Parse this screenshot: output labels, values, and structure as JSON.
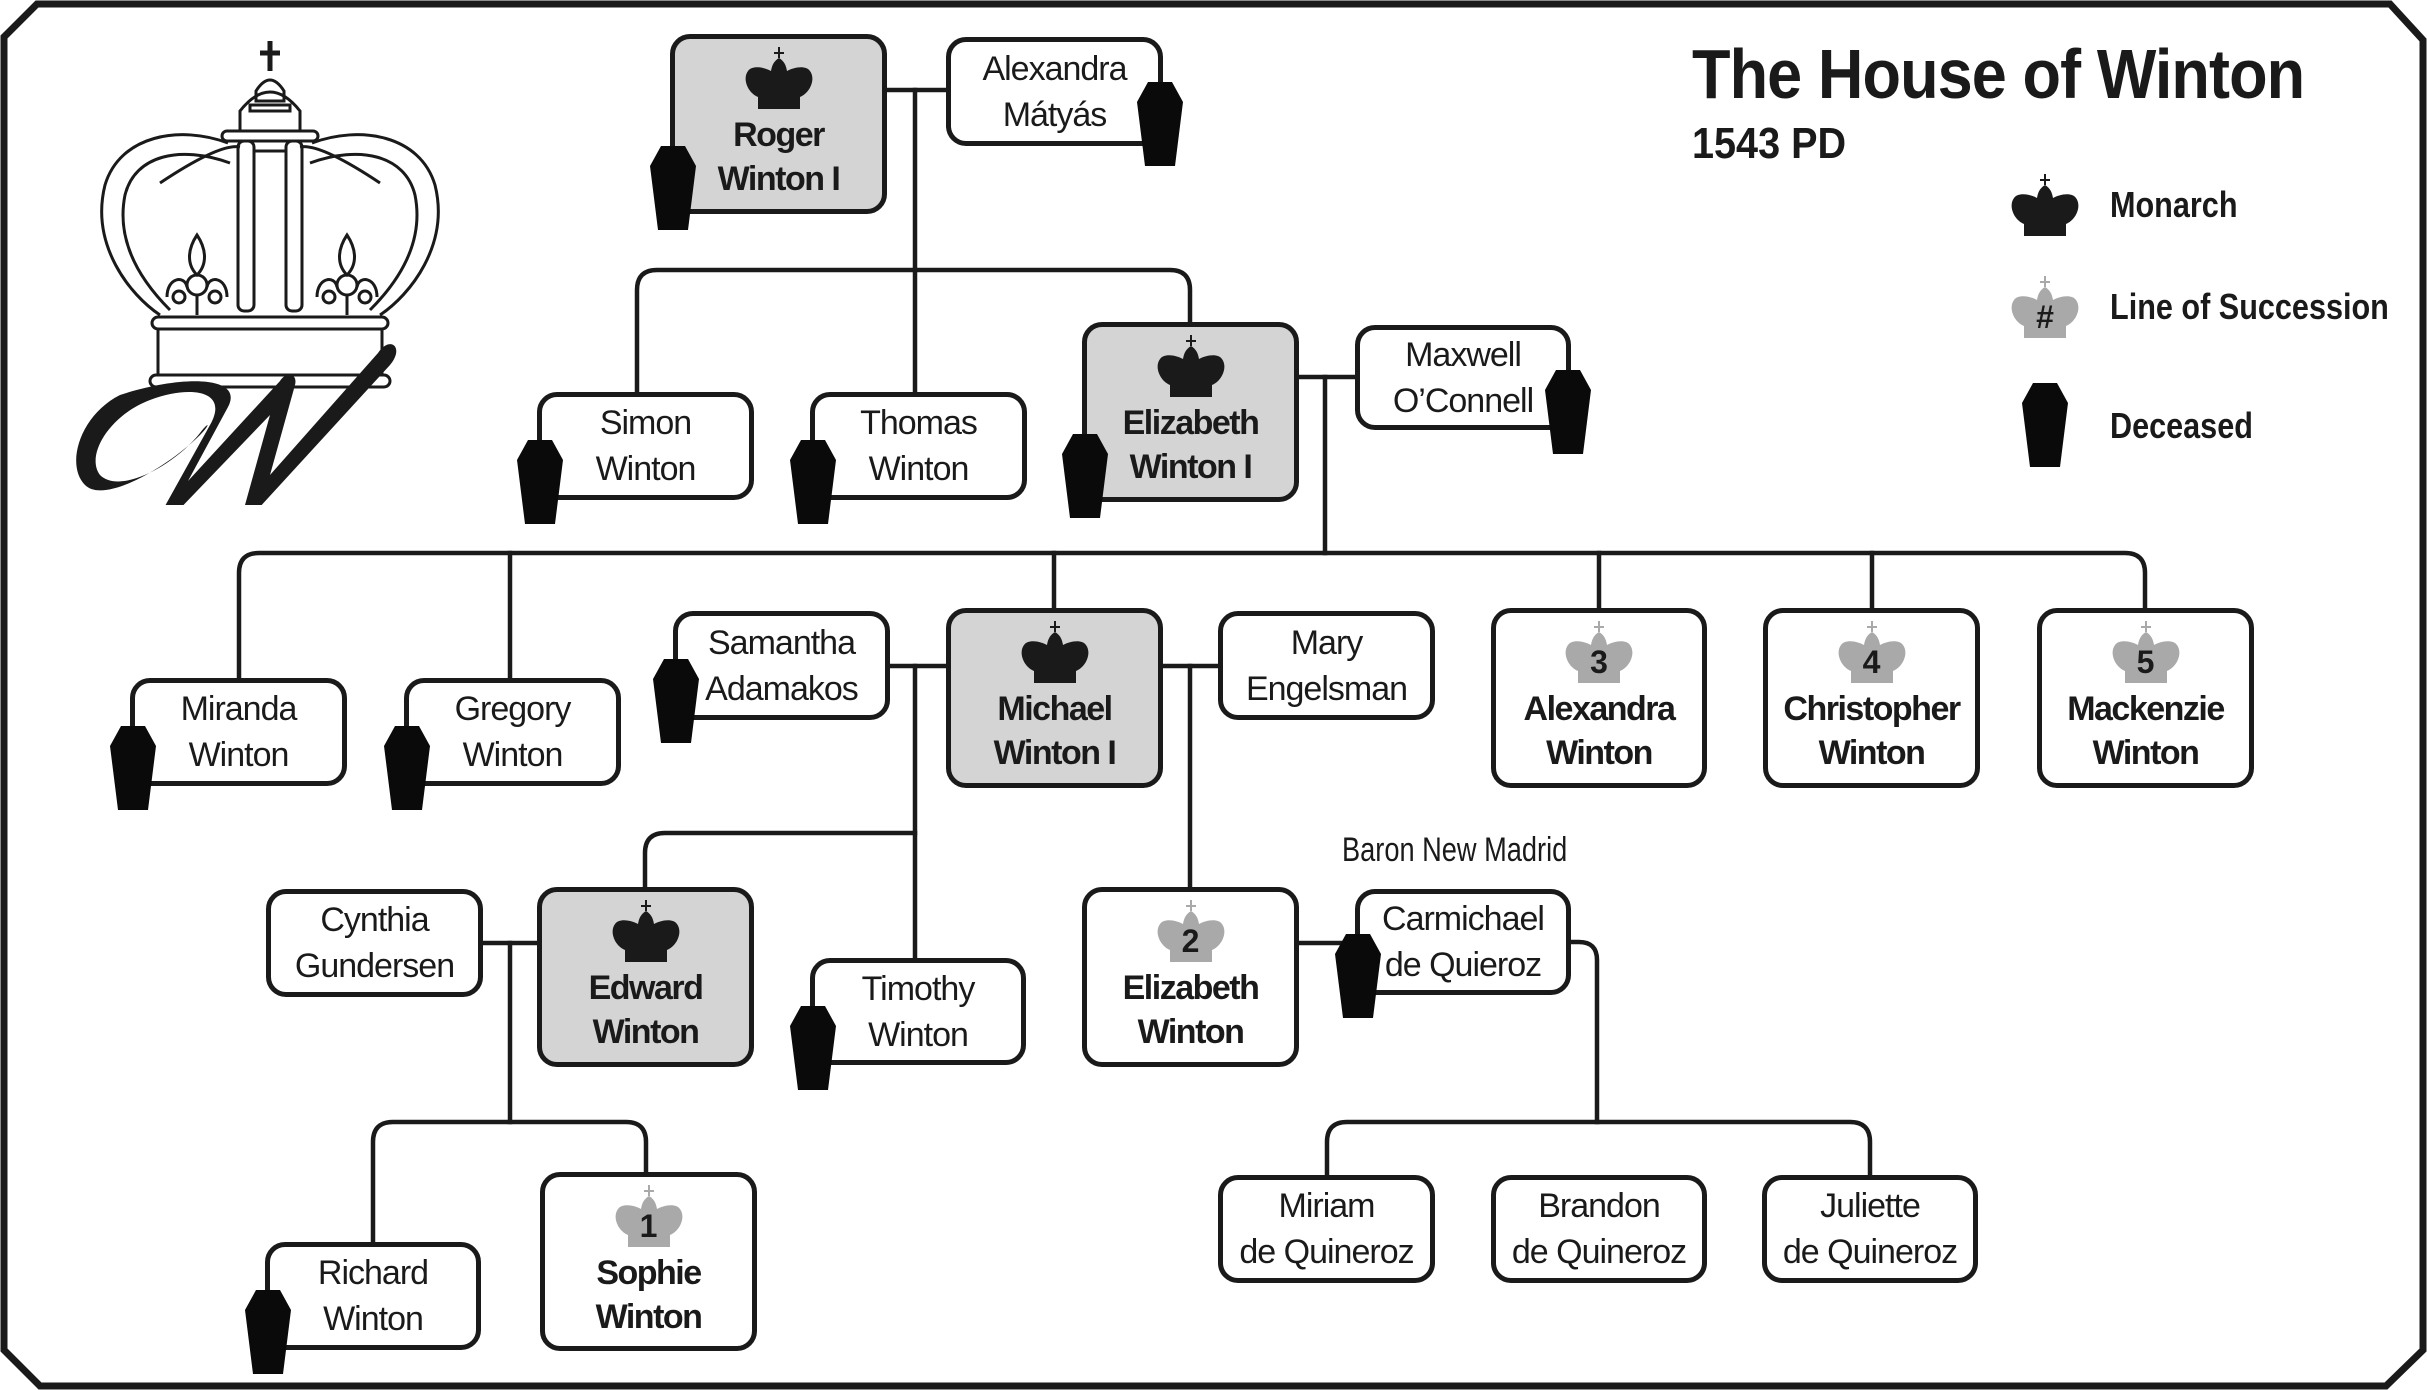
{
  "title": "The House of Winton",
  "subtitle": "1543 PD",
  "legend": {
    "monarch": {
      "label": "Monarch",
      "icon": "crown-icon"
    },
    "succession": {
      "label": "Line of Succession",
      "icon": "gray-crown-icon",
      "symbol": "#"
    },
    "deceased": {
      "label": "Deceased",
      "icon": "coffin-icon"
    }
  },
  "logo": {
    "letter": "W",
    "icon": "crown-monogram-logo"
  },
  "colors": {
    "ink": "#1a1a1a",
    "monarch_fill": "#d4d4d4",
    "succession_crown": "#a9a9a9",
    "background": "#ffffff"
  },
  "people": {
    "roger": {
      "first": "Roger",
      "last": "Winton I",
      "monarch": true,
      "deceased": true
    },
    "alexandra_matyas": {
      "first": "Alexandra",
      "last": "Mátyás",
      "deceased": true
    },
    "simon": {
      "first": "Simon",
      "last": "Winton",
      "deceased": true
    },
    "thomas": {
      "first": "Thomas",
      "last": "Winton",
      "deceased": true
    },
    "elizabeth_i": {
      "first": "Elizabeth",
      "last": "Winton I",
      "monarch": true,
      "deceased": true
    },
    "maxwell": {
      "first": "Maxwell",
      "last": "O’Connell",
      "deceased": true
    },
    "miranda": {
      "first": "Miranda",
      "last": "Winton",
      "deceased": true
    },
    "gregory": {
      "first": "Gregory",
      "last": "Winton",
      "deceased": true
    },
    "samantha": {
      "first": "Samantha",
      "last": "Adamakos",
      "deceased": true
    },
    "michael_i": {
      "first": "Michael",
      "last": "Winton I",
      "monarch": true
    },
    "mary": {
      "first": "Mary",
      "last": "Engelsman"
    },
    "alexandra_w": {
      "first": "Alexandra",
      "last": "Winton",
      "succession": "3"
    },
    "christopher": {
      "first": "Christopher",
      "last": "Winton",
      "succession": "4"
    },
    "mackenzie": {
      "first": "Mackenzie",
      "last": "Winton",
      "succession": "5"
    },
    "cynthia": {
      "first": "Cynthia",
      "last": "Gundersen"
    },
    "edward": {
      "first": "Edward",
      "last": "Winton",
      "monarch": true
    },
    "timothy": {
      "first": "Timothy",
      "last": "Winton",
      "deceased": true
    },
    "elizabeth_w": {
      "first": "Elizabeth",
      "last": "Winton",
      "succession": "2"
    },
    "carmichael": {
      "first": "Carmichael",
      "last": "de Quieroz",
      "title": "Baron New Madrid",
      "deceased": true
    },
    "richard": {
      "first": "Richard",
      "last": "Winton",
      "deceased": true
    },
    "sophie": {
      "first": "Sophie",
      "last": "Winton",
      "succession": "1"
    },
    "miriam": {
      "first": "Miriam",
      "last": "de Quineroz"
    },
    "brandon": {
      "first": "Brandon",
      "last": "de Quineroz"
    },
    "juliette": {
      "first": "Juliette",
      "last": "de Quineroz"
    }
  }
}
